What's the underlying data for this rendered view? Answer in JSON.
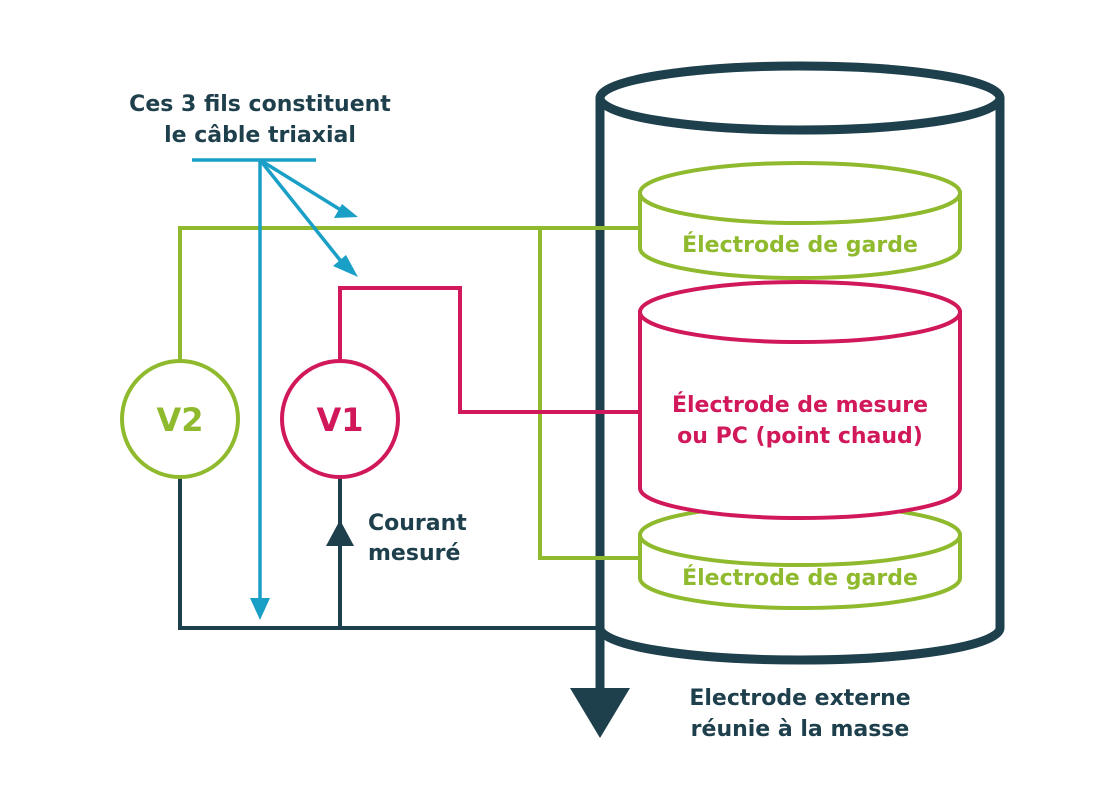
{
  "annotation": {
    "line1": "Ces 3 fils constituent",
    "line2": "le câble triaxial"
  },
  "meters": {
    "v2": "V2",
    "v1": "V1"
  },
  "current_label": {
    "line1": "Courant",
    "line2": "mesuré"
  },
  "guard_top": "Électrode de garde",
  "measure_electrode": {
    "line1": "Électrode de mesure",
    "line2": "ou PC (point chaud)"
  },
  "guard_bottom": "Électrode de garde",
  "external_electrode": {
    "line1": "Electrode externe",
    "line2": "réunie à la masse"
  },
  "colors": {
    "dark": "#1e3f4c",
    "green": "#8fba2e",
    "red": "#d1185a",
    "blue": "#1a9fc6"
  }
}
